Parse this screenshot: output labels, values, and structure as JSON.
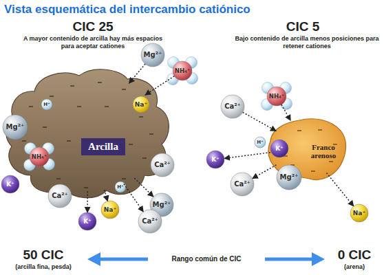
{
  "diagram": {
    "title": "Vista esquemática del intercambio catiónico",
    "nodes": [
      {
        "text": [
          "Arcilla"
        ]
      },
      {
        "text": [
          "Mg²⁺"
        ]
      },
      {
        "text": [
          "NH₄⁺"
        ]
      },
      {
        "text": [
          "Na⁺"
        ]
      },
      {
        "text": [
          "H⁺"
        ]
      },
      {
        "text": [
          "Mg²⁺"
        ]
      },
      {
        "text": [
          "NH₄⁺"
        ]
      },
      {
        "text": [
          "Ca²⁺"
        ]
      },
      {
        "text": [
          "K⁺"
        ]
      },
      {
        "text": [
          "Ca²⁺"
        ]
      },
      {
        "text": [
          "H⁺"
        ]
      },
      {
        "text": [
          "Na⁺"
        ]
      },
      {
        "text": [
          "Mg²⁺"
        ]
      },
      {
        "text": [
          "K⁺"
        ]
      },
      {
        "text": [
          "Ca²⁺"
        ]
      },
      {
        "text": [
          "Franco arenoso"
        ]
      },
      {
        "text": [
          "Ca²⁺"
        ]
      },
      {
        "text": [
          "NH₄⁺"
        ]
      },
      {
        "text": [
          "H⁺"
        ]
      },
      {
        "text": [
          "K⁺"
        ]
      },
      {
        "text": [
          "K⁺"
        ]
      },
      {
        "text": [
          "Mg²⁺"
        ]
      },
      {
        "text": [
          "Ca²⁺"
        ]
      },
      {
        "text": [
          "Na⁺"
        ]
      }
    ],
    "edges": [
      {
        "from": 1,
        "to": 0,
        "arrow": "to"
      },
      {
        "from": 2,
        "to": 0,
        "arrow": "to"
      },
      {
        "from": 0,
        "to": 13,
        "arrow": "to"
      },
      {
        "from": 0,
        "to": 11,
        "arrow": "to"
      },
      {
        "from": 0,
        "to": 14,
        "arrow": "to"
      },
      {
        "from": 0,
        "to": 12,
        "arrow": "to"
      },
      {
        "from": 16,
        "to": 15,
        "arrow": "to"
      },
      {
        "from": 17,
        "to": 15,
        "arrow": "to"
      },
      {
        "from": 15,
        "to": 20,
        "arrow": "to"
      },
      {
        "from": 15,
        "to": 22,
        "arrow": "to"
      },
      {
        "from": 15,
        "to": 23,
        "arrow": "to"
      }
    ],
    "labels": [
      "CIC 25",
      "A mayor contenido de arcilla hay más espacios para aceptar cationes",
      "CIC 5",
      "Bajo contenido de arcilla menos posiciones para retener cationes",
      "50 CIC",
      "(arcilla fina, pesda)",
      "Rango común de CIC",
      "0 CIC",
      "(arena)"
    ]
  }
}
